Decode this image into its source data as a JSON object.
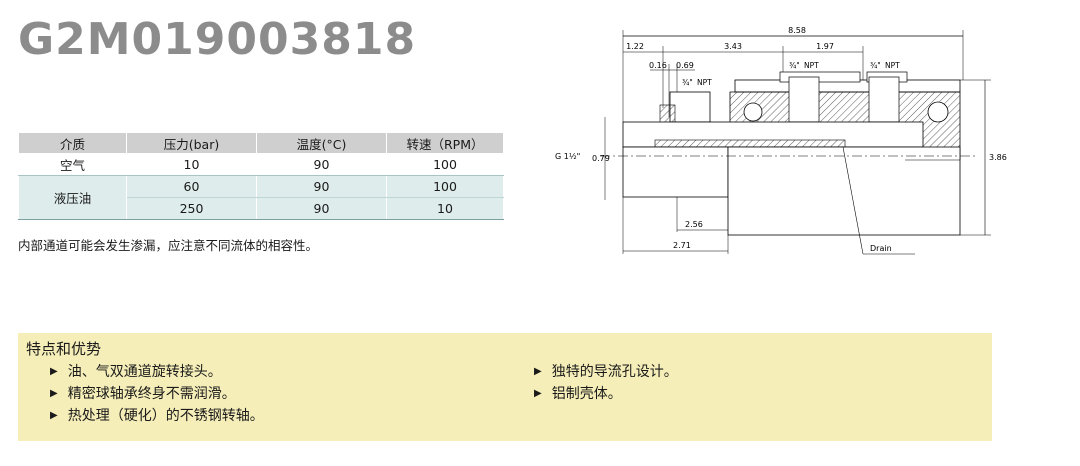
{
  "title": "G2M019003818",
  "table": {
    "headers": [
      "介质",
      "压力(bar)",
      "温度(°C)",
      "转速（RPM）"
    ],
    "rows": [
      {
        "medium": "空气",
        "pressure": "10",
        "temp": "90",
        "speed": "100"
      },
      {
        "medium": "液压油",
        "pressure": "60",
        "temp": "90",
        "speed": "100"
      },
      {
        "medium": "",
        "pressure": "250",
        "temp": "90",
        "speed": "10"
      }
    ]
  },
  "note": "内部通道可能会发生渗漏，应注意不同流体的相容性。",
  "features": {
    "title": "特点和优势",
    "left": [
      "油、气双通道旋转接头。",
      "精密球轴承终身不需润滑。",
      "热处理（硬化）的不锈钢转轴。"
    ],
    "right": [
      "独特的导流孔设计。",
      "铝制壳体。"
    ]
  },
  "drawing": {
    "dim_total": "8.58",
    "dim_a": "1.22",
    "dim_b": "3.43",
    "dim_c": "1.97",
    "dim_d": "0.16",
    "dim_e": "0.69",
    "npt_label": "NPT",
    "npt_fraction": "¾\"",
    "thread_label": "G 1½\"",
    "dim_bore": "0.79",
    "dim_height": "3.86",
    "dim_f": "2.56",
    "dim_g": "2.71",
    "drain_label": "Drain"
  },
  "colors": {
    "title": "#8c8c8c",
    "header_bg": "#cfcfcf",
    "row_tint": "#dfecec",
    "feature_bg": "#f5eeb8"
  }
}
